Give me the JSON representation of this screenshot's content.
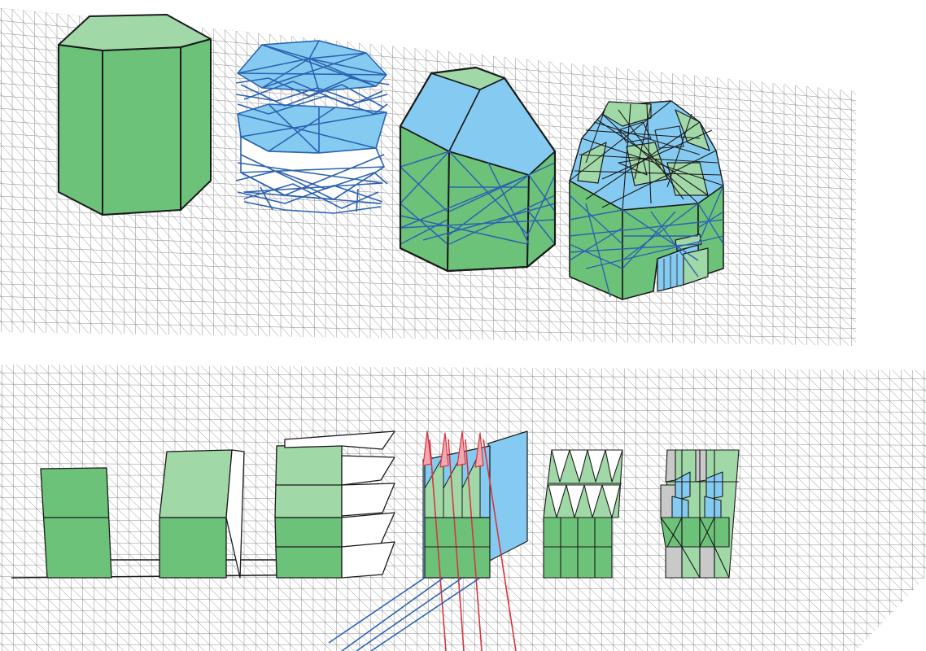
{
  "diagram": {
    "panels": [
      {
        "id": "top",
        "steps": [
          "hexagonal-prism",
          "faceted-shell-frame",
          "faceted-volume",
          "faceted-pavilion"
        ]
      },
      {
        "id": "bottom",
        "steps": [
          "block",
          "sheared-block",
          "sliced-floor-plates",
          "fin-planes",
          "triangulated-facade",
          "folded-facade"
        ]
      }
    ],
    "colors": {
      "green": "#6dc27a",
      "light_green": "#a1d8a8",
      "blue": "#85cbf1",
      "structure_blue": "#2c62b0",
      "red": "#d8343f",
      "pink": "#f0a8b0",
      "grey": "#c9c9c9",
      "grid": "#8a8a8a",
      "outline": "#1a1a1a"
    }
  }
}
